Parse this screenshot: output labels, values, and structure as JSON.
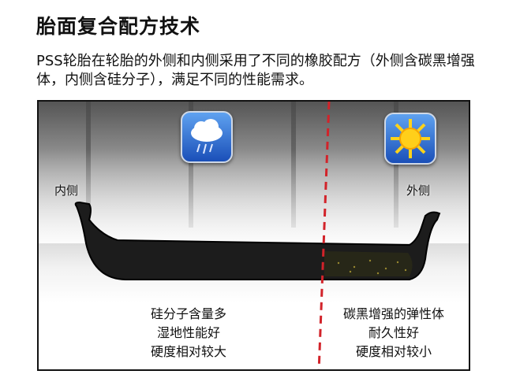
{
  "title": "胎面复合配方技术",
  "description": "PSS轮胎在轮胎的外侧和内侧采用了不同的橡胶配方（外侧含碳黑增强体，内侧含硅分子），满足不同的性能需求。",
  "diagram": {
    "inner_label": "内侧",
    "outer_label": "外侧",
    "inner_features": [
      "硅分子含量多",
      "湿地性能好",
      "硬度相对较大"
    ],
    "outer_features": [
      "碳黑增强的弹性体",
      "耐久性好",
      "硬度相对较小"
    ],
    "inner_icon": "rain-cloud-icon",
    "outer_icon": "sun-icon",
    "divider_color": "#d2232a"
  }
}
